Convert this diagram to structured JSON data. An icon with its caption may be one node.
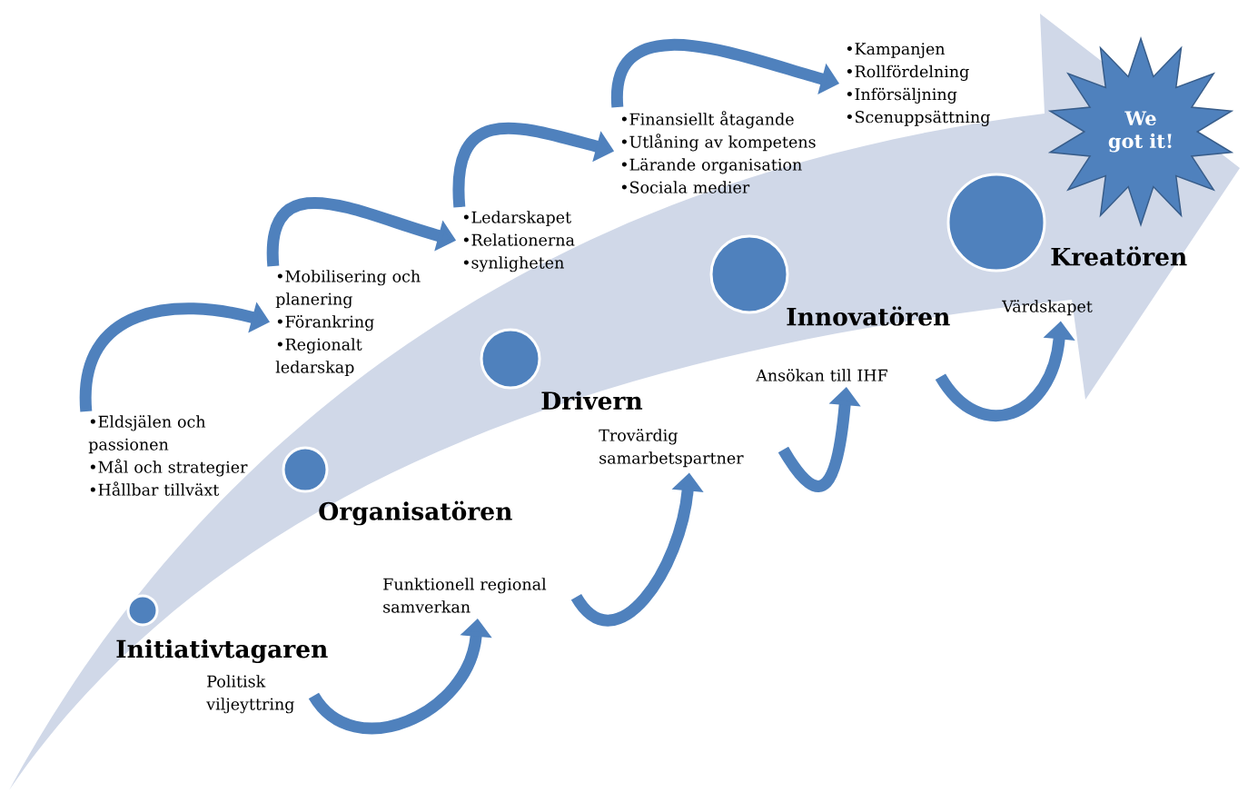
{
  "diagram": {
    "nodes": [
      {
        "text": [],
        "shape": "circle",
        "beside": [
          "Initiativtagaren"
        ]
      },
      {
        "text": [],
        "shape": "circle",
        "beside": [
          "Organisatören"
        ]
      },
      {
        "text": [],
        "shape": "circle",
        "beside": [
          "Drivern"
        ]
      },
      {
        "text": [],
        "shape": "circle",
        "beside": [
          "Innovatören"
        ]
      },
      {
        "text": [],
        "shape": "circle",
        "beside": [
          "Kreatören"
        ]
      },
      {
        "text": [
          "We got it!"
        ]
      },
      {
        "text": [
          "•Eldsjälen och passionen",
          "•Mål och strategier",
          "•Hållbar tillväxt"
        ]
      },
      {
        "text": [
          "•Mobilisering och planering",
          "•Förankring",
          "•Regionalt ledarskap"
        ]
      },
      {
        "text": [
          "•Ledarskapet",
          "•Relationerna",
          "•synligheten"
        ]
      },
      {
        "text": [
          "•Finansiellt åtagande",
          "•Utlåning av kompetens",
          "•Lärande organisation",
          "•Sociala medier"
        ]
      },
      {
        "text": [
          "•Kampanjen",
          "•Rollfördelning",
          "•Införsäljning",
          "•Scenuppsättning"
        ]
      },
      {
        "text": [
          "Politisk viljeyttring"
        ]
      },
      {
        "text": [
          "Funktionell regional samverkan"
        ]
      },
      {
        "text": [
          "Trovärdig samarbetspartner"
        ]
      },
      {
        "text": [
          "Ansökan till IHF"
        ]
      },
      {
        "text": [
          "Värdskapet"
        ]
      }
    ],
    "edges": [
      {
        "from": 6,
        "to": 7,
        "arrow": "to"
      },
      {
        "from": 7,
        "to": 8,
        "arrow": "to"
      },
      {
        "from": 8,
        "to": 9,
        "arrow": "to"
      },
      {
        "from": 9,
        "to": 10,
        "arrow": "to"
      },
      {
        "from": 11,
        "to": 12,
        "arrow": "to"
      },
      {
        "from": 12,
        "to": 13,
        "arrow": "to"
      },
      {
        "from": 13,
        "to": 14,
        "arrow": "to"
      },
      {
        "from": 14,
        "to": 15,
        "arrow": "to"
      }
    ]
  }
}
